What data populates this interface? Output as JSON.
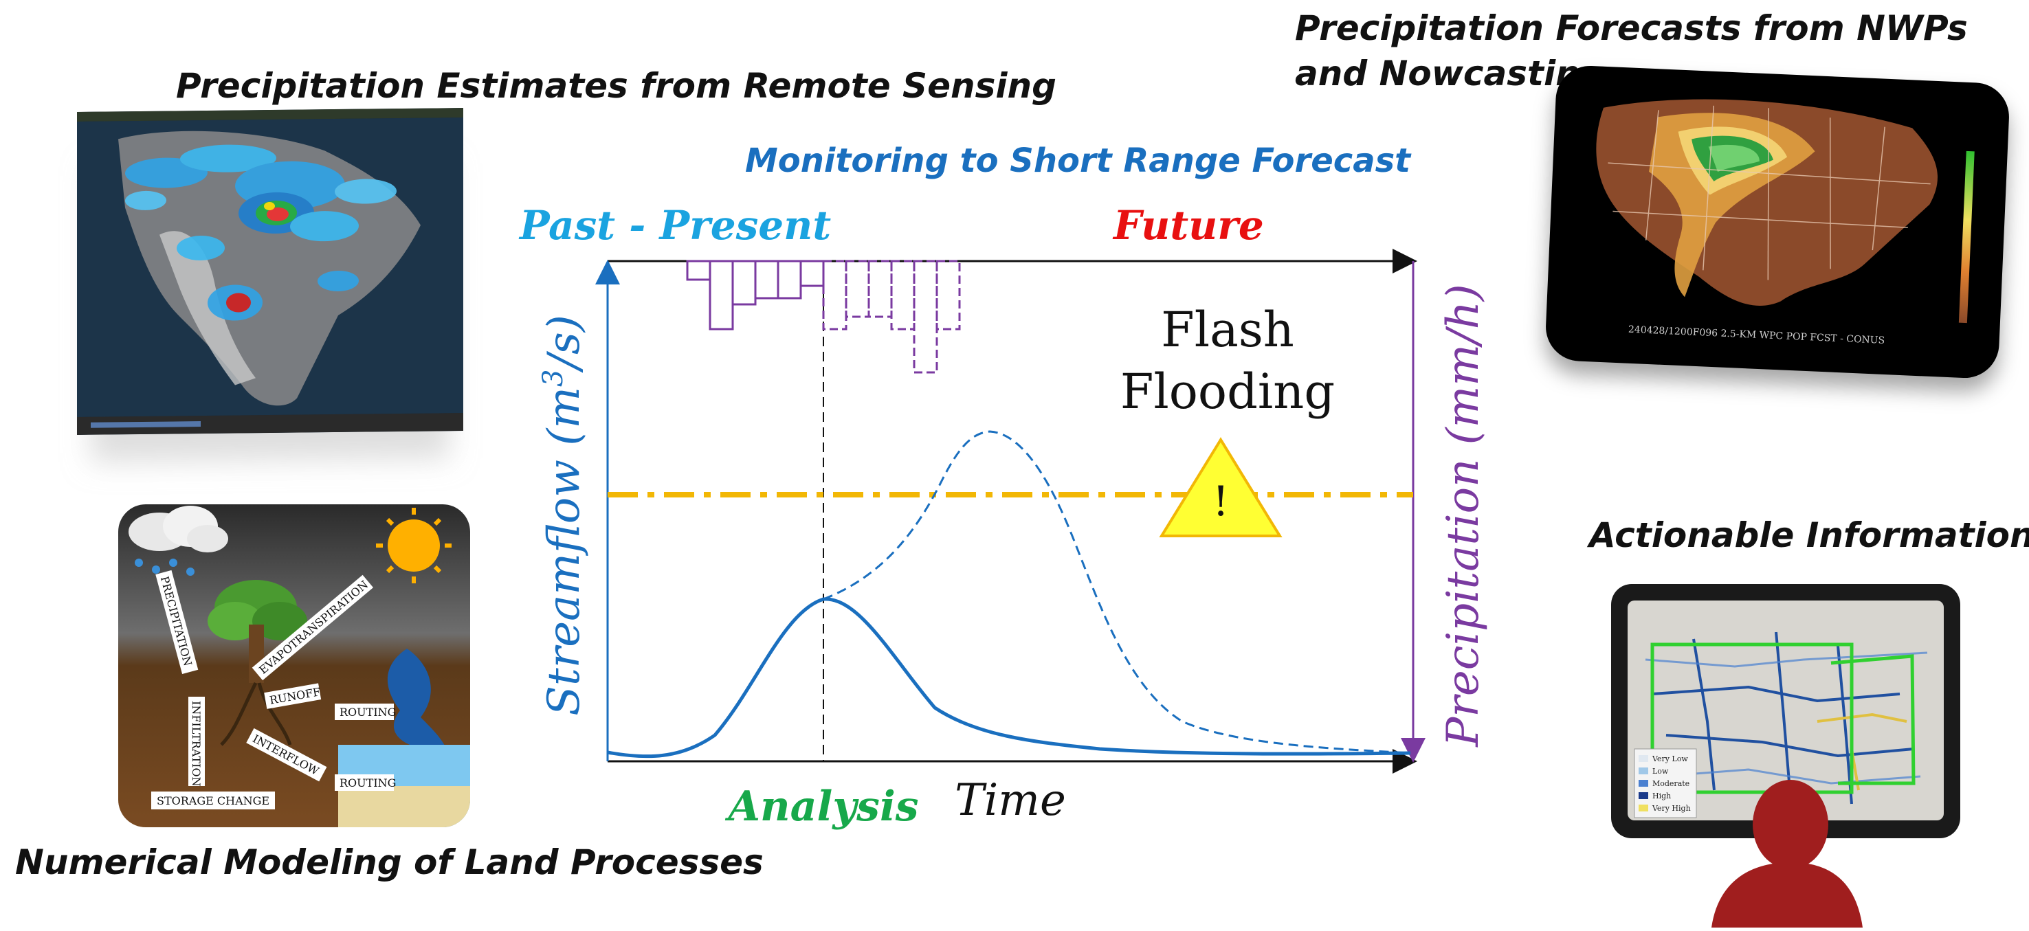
{
  "headings": {
    "remote_sensing": "Precipitation Estimates from Remote Sensing",
    "nwp_line1": "Precipitation Forecasts from NWPs",
    "nwp_line2": "and Nowcasting",
    "modeling": "Numerical Modeling of Land Processes",
    "actionable": "Actionable Information"
  },
  "chart": {
    "top_title": "Monitoring to Short Range Forecast",
    "past_label": "Past - Present",
    "future_label": "Future",
    "left_axis": "Streamflow (m",
    "left_axis_sup": "3",
    "left_axis_end": "/s)",
    "right_axis": "Precipitation (mm/h)",
    "x_axis": "Time",
    "analysis_label": "Analysis",
    "flood_line1": "Flash",
    "flood_line2": "Flooding",
    "warning_symbol": "!"
  },
  "hydro_labels": {
    "precipitation": "PRECIPITATION",
    "evapotranspiration": "EVAPOTRANSPIRATION",
    "infiltration": "INFILTRATION",
    "runoff": "RUNOFF",
    "routing1": "ROUTING",
    "interflow": "INTERFLOW",
    "routing2": "ROUTING",
    "storage": "STORAGE CHANGE"
  },
  "map_legend": [
    "Very Low",
    "Low",
    "Moderate",
    "High",
    "Very High"
  ],
  "forecast_caption": "240428/1200F096 2.5-KM WPC POP FCST - CONUS",
  "colors": {
    "blue_title": "#1a6fbf",
    "past": "#1aa3e0",
    "future": "#e81010",
    "streamflow": "#1a6fbf",
    "precip": "#7a3aa0",
    "analysis": "#17a84a",
    "threshold": "#f2b705",
    "warning_fill": "#ffff33"
  },
  "chart_data": {
    "type": "area",
    "x_axis_label": "Time",
    "y_axis_left": "Streamflow (m3/s)",
    "y_axis_right": "Precipitation (mm/h)",
    "series": [
      {
        "name": "Observed precipitation",
        "style": "solid-bars",
        "values": [
          0.15,
          0.55,
          0.35,
          0.3,
          0.3,
          0.2
        ]
      },
      {
        "name": "Forecast precipitation",
        "style": "dashed-bars",
        "values": [
          0.55,
          0.45,
          0.45,
          0.55,
          0.9,
          0.55
        ]
      },
      {
        "name": "Observed streamflow",
        "style": "solid-line",
        "peak": 0.49
      },
      {
        "name": "Forecast streamflow",
        "style": "dashed-line",
        "peak": 1.0
      },
      {
        "name": "Flood threshold",
        "style": "dash-dot",
        "value": 0.8
      }
    ]
  }
}
